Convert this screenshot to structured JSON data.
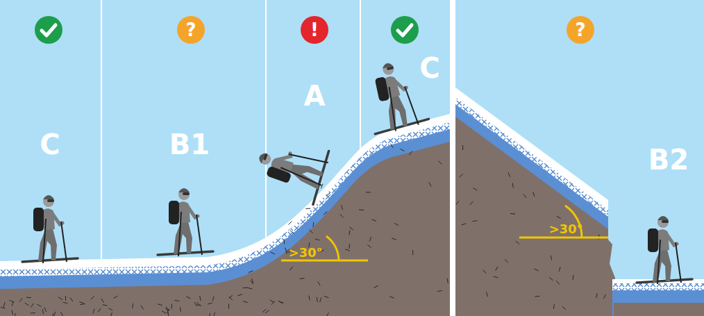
{
  "diagram": {
    "nodes": [
      {
        "text": [
          "?"
        ]
      },
      {
        "text": [
          "!"
        ]
      },
      {
        "text": [
          "?"
        ]
      }
    ],
    "labels": [
      "C",
      "B1",
      "A",
      "C",
      ">30°",
      ">30°",
      "B2"
    ]
  }
}
